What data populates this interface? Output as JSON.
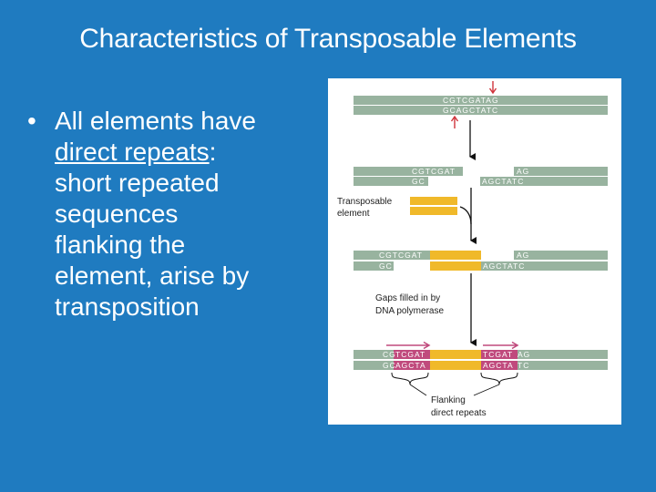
{
  "slide": {
    "title": "Characteristics of Transposable Elements",
    "bullet_marker": "•",
    "bullet_lines": [
      "All elements have",
      "direct repeats",
      ":",
      "short repeated",
      "sequences",
      "flanking the",
      "element, arise by",
      "transposition"
    ]
  },
  "figure": {
    "colors": {
      "dna": "#98b39f",
      "element": "#f0b92a",
      "repeat": "#c04a7d",
      "arrow": "#111111",
      "cut": "#d0343b"
    },
    "icons": [
      "cut-arrow-icon",
      "down-arrow-icon",
      "curved-arrow-icon",
      "repeat-arrow-icon"
    ],
    "row1": {
      "top": "CGTCGATAG",
      "bottom": "GCAGCTATC"
    },
    "row2": {
      "top_left": "CGTCGAT",
      "top_right": "AG",
      "bottom_left": "GC",
      "bottom_right": "AGCTATC"
    },
    "transposable_label": [
      "Transposable",
      "element"
    ],
    "row3": {
      "top_left": "CGTCGAT",
      "top_right": "AG",
      "bottom_left": "GC",
      "bottom_right": "AGCTATC"
    },
    "gaps_label": [
      "Gaps filled in by",
      "DNA polymerase"
    ],
    "row4": {
      "top_left_plain": "CG",
      "top_left_repeat": "TCGAT",
      "top_right_repeat": "TCGAT",
      "top_right_plain": "AG",
      "bottom_left_plain": "GC",
      "bottom_left_repeat": "AGCTA",
      "bottom_right_repeat": "AGCTA",
      "bottom_right_plain": "TC"
    },
    "flanking_label": [
      "Flanking",
      "direct repeats"
    ]
  }
}
